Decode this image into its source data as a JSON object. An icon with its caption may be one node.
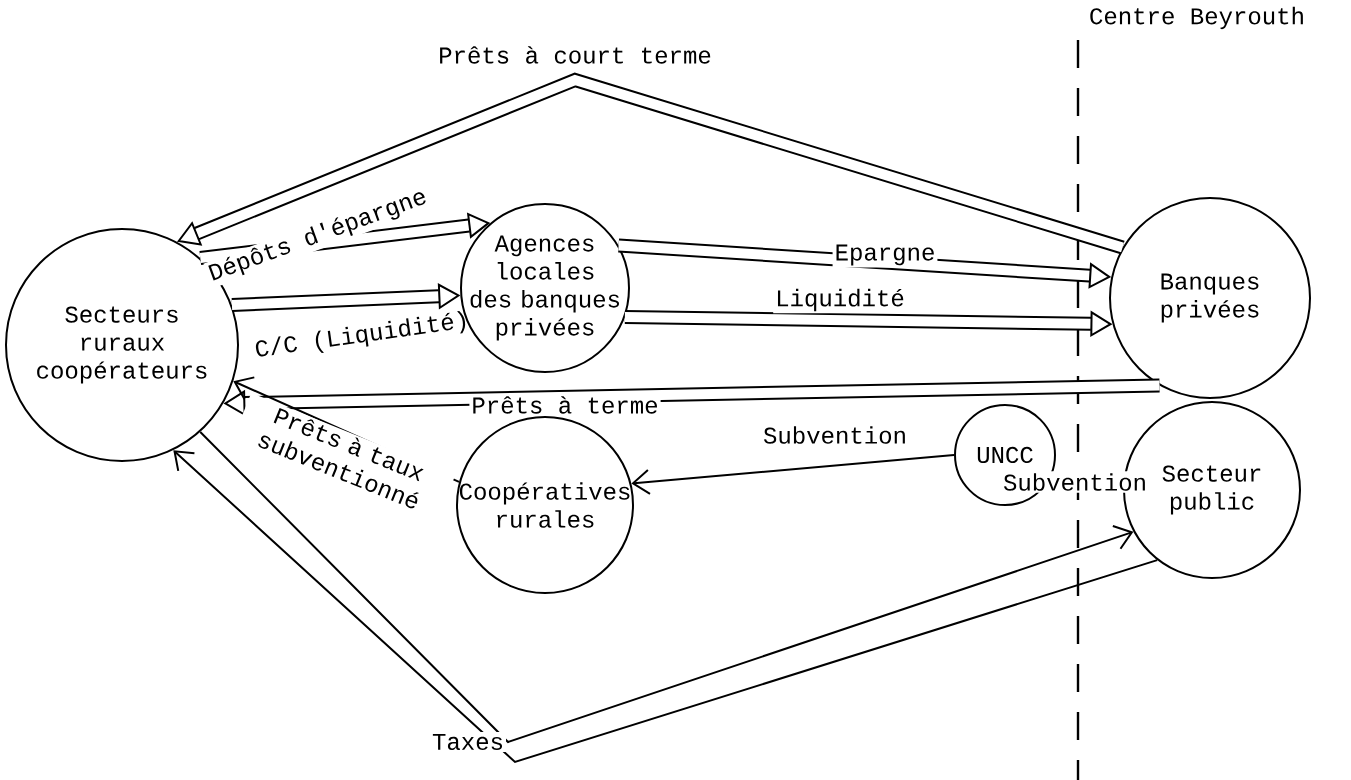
{
  "diagram": {
    "nodes": [
      {
        "text": [
          "Secteurs ruraux coopérateurs"
        ]
      },
      {
        "text": [
          "Agences locales des banques privées"
        ]
      },
      {
        "text": [
          "Banques privées"
        ]
      },
      {
        "text": [
          "Coopératives rurales"
        ]
      },
      {
        "text": [
          "UNCC"
        ]
      },
      {
        "text": [
          "Secteur public"
        ]
      }
    ],
    "edges": [
      {
        "from": 2,
        "to": 0,
        "arrow": "to",
        "label": "Prêts à court terme"
      },
      {
        "from": 0,
        "to": 1,
        "arrow": "to",
        "label": "Dépôts d'épargne"
      },
      {
        "from": 0,
        "to": 1,
        "arrow": "to",
        "label": "C/C (Liquidité)"
      },
      {
        "from": 1,
        "to": 2,
        "arrow": "to",
        "label": "Epargne"
      },
      {
        "from": 1,
        "to": 2,
        "arrow": "to",
        "label": "Liquidité"
      },
      {
        "from": 2,
        "to": 0,
        "arrow": "to",
        "label": "Prêts à terme"
      },
      {
        "from": 3,
        "to": 0,
        "arrow": "to",
        "label": "Prêts à taux subventionné"
      },
      {
        "from": 4,
        "to": 3,
        "arrow": "to",
        "label": "Subvention"
      },
      {
        "from": 0,
        "to": 5,
        "arrow": "to",
        "label": "Taxes"
      },
      {
        "from": 5,
        "to": 0,
        "arrow": "to"
      }
    ],
    "labels": [
      "Centre Beyrouth",
      "Subvention"
    ]
  }
}
